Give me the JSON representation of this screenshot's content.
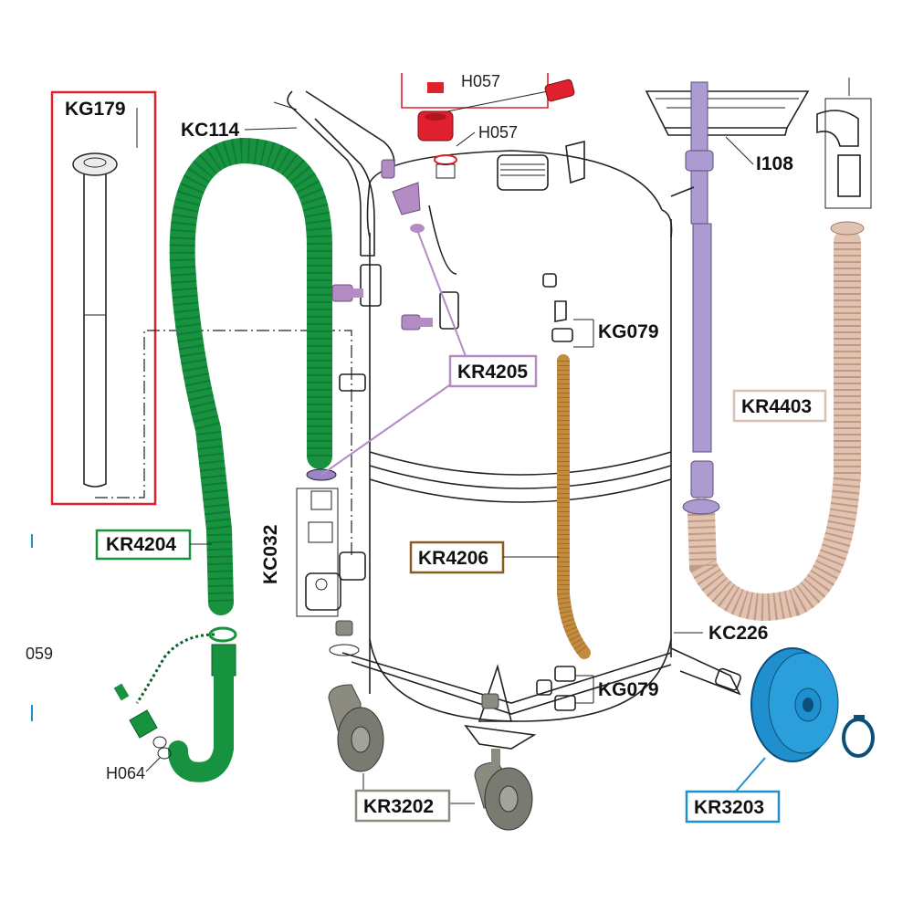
{
  "diagram": {
    "colors": {
      "red": "#e0202e",
      "green": "#17923f",
      "purple": "#b48cc4",
      "lavender": "#ab9bd0",
      "brown": "#8a5a1e",
      "tan": "#e2c2b0",
      "gray": "#8b8b80",
      "blue": "#1f8fce",
      "outline": "#222222"
    },
    "boxed_labels": {
      "kg179": "KG179",
      "kr4204": "KR4204",
      "kr4205": "KR4205",
      "kr4206": "KR4206",
      "kr4403": "KR4403",
      "kr3202": "KR3202",
      "kr3203": "KR3203"
    },
    "plain_labels": {
      "kc114": "KC114",
      "h057_top": "H057",
      "h057": "H057",
      "i108": "I108",
      "kg079_top": "KG079",
      "kg079_bottom": "KG079",
      "kc032": "KC032",
      "kc226": "KC226",
      "h064": "H064",
      "h059_partial": "059"
    }
  }
}
